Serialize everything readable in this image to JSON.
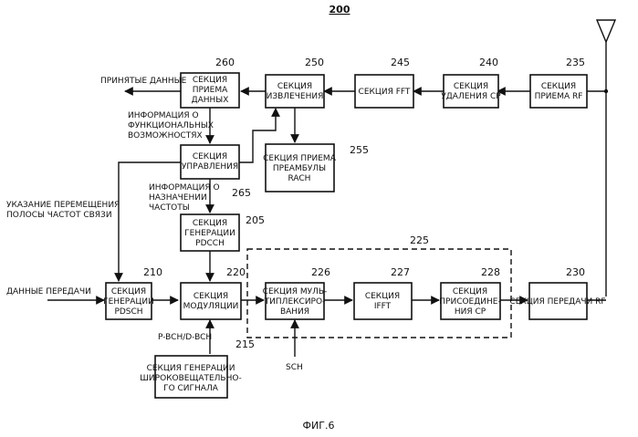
{
  "figure_number": "200",
  "caption": "ФИГ.6",
  "group_number": "225",
  "blocks": {
    "rx_rf": {
      "num": "235",
      "lines": [
        "СЕКЦИЯ",
        "ПРИЕМА  RF"
      ]
    },
    "cp_rm": {
      "num": "240",
      "lines": [
        "СЕКЦИЯ",
        "УДАЛЕНИЯ CP"
      ]
    },
    "fft": {
      "num": "245",
      "lines": [
        "СЕКЦИЯ FFT"
      ]
    },
    "extract": {
      "num": "250",
      "lines": [
        "СЕКЦИЯ",
        "ИЗВЛЕЧЕНИЯ"
      ]
    },
    "rx_data": {
      "num": "260",
      "lines": [
        "СЕКЦИЯ",
        "ПРИЕМА",
        "ДАННЫХ"
      ]
    },
    "control": {
      "num": "265",
      "lines": [
        "СЕКЦИЯ",
        "УПРАВЛЕНИЯ"
      ]
    },
    "rach": {
      "num": "255",
      "lines": [
        "СЕКЦИЯ ПРИЕМА",
        "ПРЕАМБУЛЫ",
        "RACH"
      ]
    },
    "pdcch": {
      "num": "205",
      "lines": [
        "СЕКЦИЯ",
        "ГЕНЕРАЦИИ",
        "PDCCH"
      ]
    },
    "pdsch": {
      "num": "210",
      "lines": [
        "СЕКЦИЯ",
        "ГЕНЕРАЦИИ",
        "PDSCH"
      ]
    },
    "mod": {
      "num": "220",
      "lines": [
        "СЕКЦИЯ",
        "МОДУЛЯЦИИ"
      ]
    },
    "mux": {
      "num": "226",
      "lines": [
        "СЕКЦИЯ МУЛЬ-",
        "ТИПЛЕКСИРО-",
        "ВАНИЯ"
      ]
    },
    "ifft": {
      "num": "227",
      "lines": [
        "СЕКЦИЯ",
        "IFFT"
      ]
    },
    "cp_add": {
      "num": "228",
      "lines": [
        "СЕКЦИЯ",
        "ПРИСОЕДИНЕ-",
        "НИЯ CP"
      ]
    },
    "tx_rf": {
      "num": "230",
      "lines": [
        "СЕКЦИЯ ПЕРЕДАЧИ RF"
      ]
    },
    "bcast": {
      "num": "215",
      "lines": [
        "СЕКЦИЯ ГЕНЕРАЦИИ",
        "ШИРОКОВЕЩАТЕЛЬНО-",
        "ГО  СИГНАЛА"
      ]
    }
  },
  "signals": {
    "received_data": "ПРИНЯТЫЕ ДАННЫЕ",
    "capability_info": [
      "ИНФОРМАЦИЯ О",
      "ФУНКЦИОНАЛЬНЫХ",
      "ВОЗМОЖНОСТЯХ"
    ],
    "freq_info": [
      "ИНФОРМАЦИЯ О",
      "НАЗНАЧЕНИИ",
      "ЧАСТОТЫ"
    ],
    "band_shift": [
      "УКАЗАНИЕ ПЕРЕМЕЩЕНИЯ",
      "ПОЛОСЫ ЧАСТОТ СВЯЗИ"
    ],
    "tx_data": "ДАННЫЕ ПЕРЕДАЧИ",
    "bch": "P-BCH/D-BCH",
    "sch": "SCH"
  }
}
